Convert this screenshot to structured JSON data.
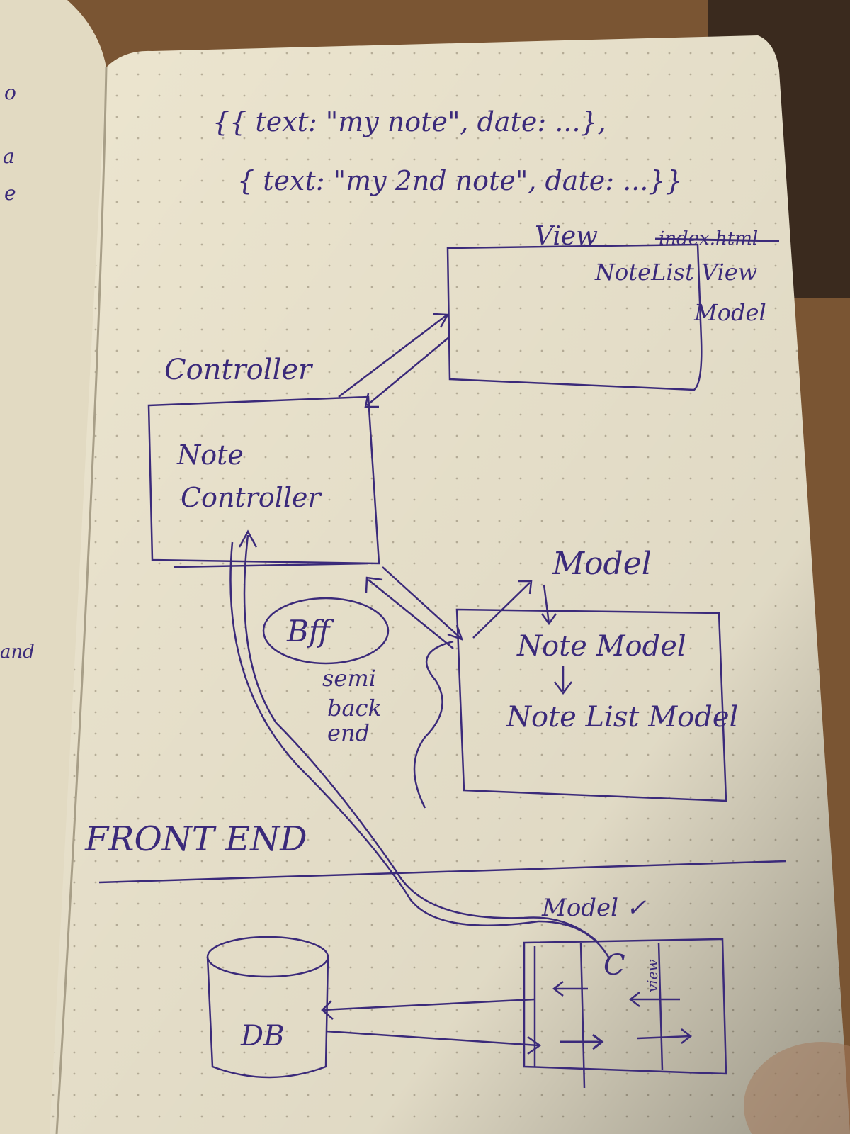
{
  "colors": {
    "ink": "#3b2a7a",
    "paper": "#ece5cf",
    "table": "#7a5533"
  },
  "json_notes": {
    "line1": "{{ text: \"my note\", date: ...},",
    "line2": "{ text: \"my 2nd note\", date: ...}}"
  },
  "view": {
    "heading": "View",
    "struck_text": "index.html",
    "box_label_line1": "NoteList View",
    "box_label_line2": "Model"
  },
  "controller": {
    "heading": "Controller",
    "box_label_line1": "Note",
    "box_label_line2": "Controller"
  },
  "model": {
    "heading": "Model",
    "item1": "Note Model",
    "item2": "Note List Model"
  },
  "bff": {
    "label": "Bff",
    "note_line1": "semi",
    "note_line2": "back",
    "note_line3": "end"
  },
  "front_end_label": "FRONT END",
  "backend": {
    "heading": "Model ✓",
    "controller_mark": "C",
    "rotated_label": "view",
    "db_label": "DB"
  },
  "left_page_fragments": [
    "o",
    "a",
    "e",
    "and"
  ]
}
